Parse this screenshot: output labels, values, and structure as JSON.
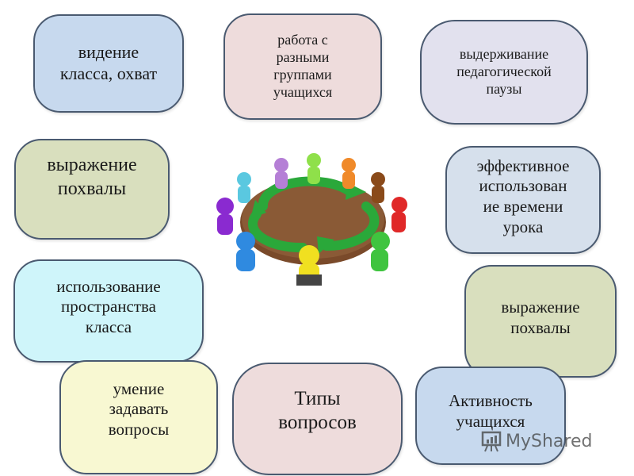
{
  "boxes": [
    {
      "id": "vision",
      "text": "видение\nкласса, охват",
      "color": "#c7d9ee"
    },
    {
      "id": "groups",
      "text": "работа с\nразными\nгруппами\nучащихся",
      "color": "#eedcdc"
    },
    {
      "id": "pause",
      "text": "выдерживание\nпедагогической\nпаузы",
      "color": "#e2e1ee"
    },
    {
      "id": "praise_left",
      "text": "выражение\nпохвалы",
      "color": "#d9dfbe"
    },
    {
      "id": "time",
      "text": "эффективное\nиспользован\nие времени\nурока",
      "color": "#d6e0ec"
    },
    {
      "id": "space",
      "text": "использование\nпространства\nкласса",
      "color": "#cff5fa"
    },
    {
      "id": "praise_right",
      "text": "выражение\nпохвалы",
      "color": "#d9dfbe"
    },
    {
      "id": "questions",
      "text": "умение\nзадавать\nвопросы",
      "color": "#f8f8d2"
    },
    {
      "id": "types",
      "text": "Типы\nвопросов",
      "color": "#eedcdc"
    },
    {
      "id": "activity",
      "text": "Активность\nучащихся",
      "color": "#c7d9ee"
    }
  ],
  "illustration": {
    "description": "people around round table with green circular arrows",
    "people_colors": [
      "#b57fd6",
      "#8fe04a",
      "#f08a2a",
      "#8a4a1a",
      "#e02828",
      "#3fc43f",
      "#f0e020",
      "#2f8ae0",
      "#8a2ad0",
      "#5ac8e0"
    ]
  },
  "watermark": {
    "text": "MyShared",
    "icon": "presentation-board-icon"
  }
}
